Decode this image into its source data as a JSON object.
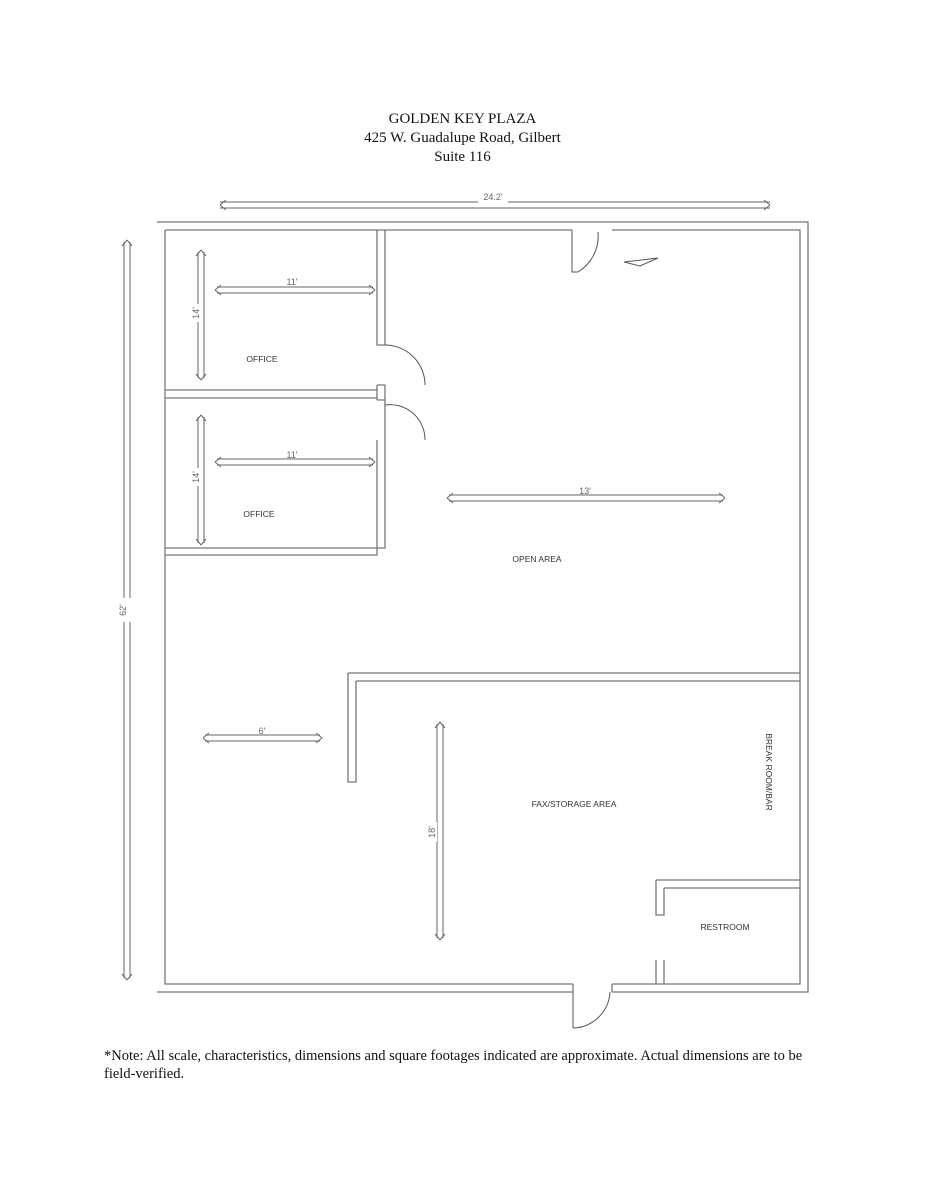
{
  "header": {
    "title": "GOLDEN KEY PLAZA",
    "address": "425 W. Guadalupe Road, Gilbert",
    "suite": "Suite 116"
  },
  "rooms": {
    "office_1": "OFFICE",
    "office_2": "OFFICE",
    "open_area": "OPEN AREA",
    "fax_storage": "FAX/STORAGE AREA",
    "break_room": "BREAK ROOM/BAR",
    "restroom": "RESTROOM"
  },
  "dimensions": {
    "overall_width": "24.2'",
    "overall_length": "62'",
    "office_1_depth": "14'",
    "office_1_width": "11'",
    "office_2_depth": "14'",
    "office_2_width": "11'",
    "open_area_width": "13'",
    "corridor_width": "6'",
    "fax_length": "18'"
  },
  "note": "*Note: All scale, characteristics, dimensions and square footages indicated are approximate. Actual dimensions are to be field-verified."
}
